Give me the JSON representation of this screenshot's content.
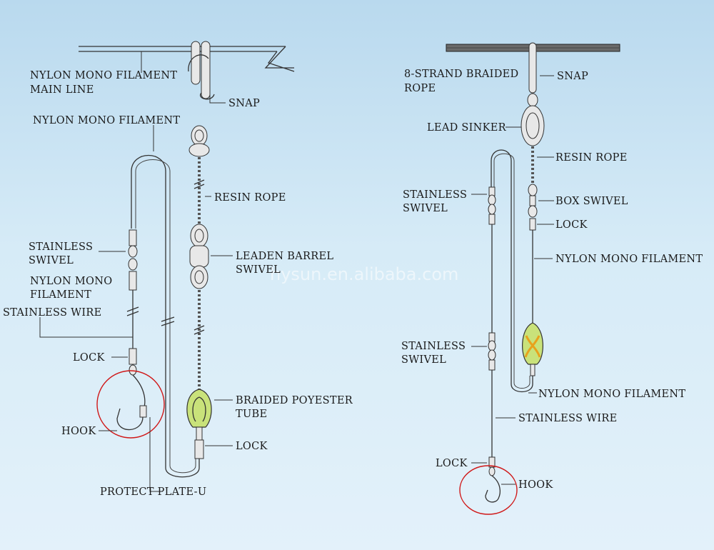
{
  "watermark": "hysun.en.alibaba.com",
  "left_labels": {
    "main_line_1": "NYLON MONO FILAMENT",
    "main_line_2": "MAIN LINE",
    "snap": "SNAP",
    "mono_top": "NYLON MONO FILAMENT",
    "resin_rope": "RESIN ROPE",
    "swivel_1": "STAINLESS",
    "swivel_2": "SWIVEL",
    "barrel_1": "LEADEN BARREL",
    "barrel_2": "SWIVEL",
    "mono_mid_1": "NYLON MONO",
    "mono_mid_2": "FILAMENT",
    "wire": "STAINLESS WIRE",
    "lock": "LOCK",
    "hook": "HOOK",
    "tube_1": "BRAIDED POYESTER",
    "tube_2": "TUBE",
    "lock_right": "LOCK",
    "protect": "PROTECT PLATE-U"
  },
  "right_labels": {
    "rope_1": "8-STRAND BRAIDED",
    "rope_2": "ROPE",
    "snap": "SNAP",
    "sinker": "LEAD SINKER",
    "resin_rope": "RESIN ROPE",
    "swivel_a_1": "STAINLESS",
    "swivel_a_2": "SWIVEL",
    "box_swivel": "BOX SWIVEL",
    "lock": "LOCK",
    "mono": "NYLON MONO FILAMENT",
    "swivel_b_1": "STAINLESS",
    "swivel_b_2": "SWIVEL",
    "mono_bottom": "NYLON MONO FILAMENT",
    "wire": "STAINLESS WIRE",
    "lock_bottom": "LOCK",
    "hook": "HOOK"
  }
}
